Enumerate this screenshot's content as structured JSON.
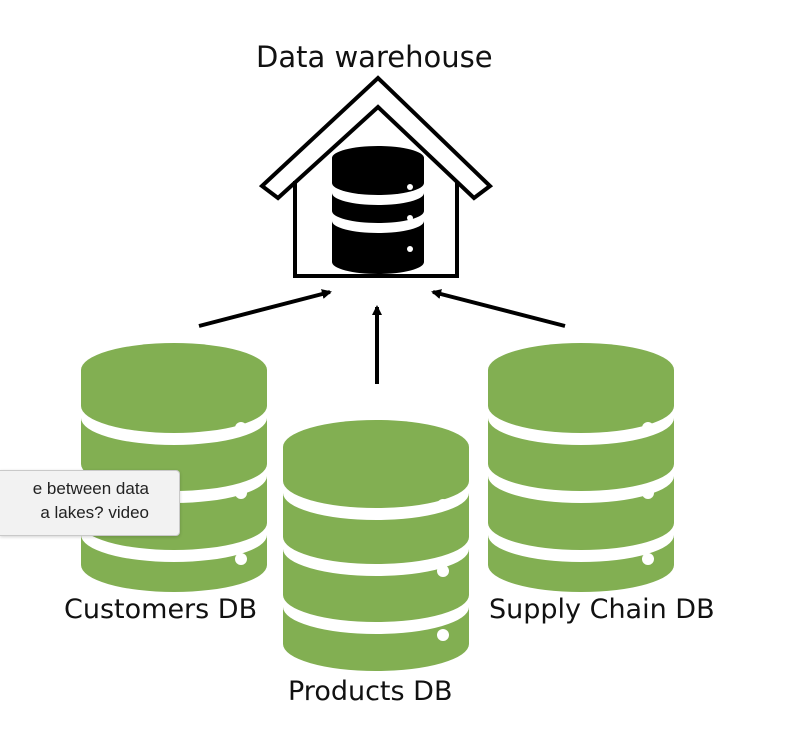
{
  "diagram": {
    "title": "Data warehouse",
    "sources": [
      {
        "label": "Customers DB"
      },
      {
        "label": "Products DB"
      },
      {
        "label": "Supply Chain DB"
      }
    ]
  },
  "colors": {
    "db_green": "#82AF52",
    "warehouse_black": "#000000",
    "background": "#ffffff"
  },
  "tooltip": {
    "line1": "e between data",
    "line2": "a lakes? video"
  },
  "icons": [
    "warehouse-house-icon",
    "database-icon",
    "arrow-icon"
  ]
}
